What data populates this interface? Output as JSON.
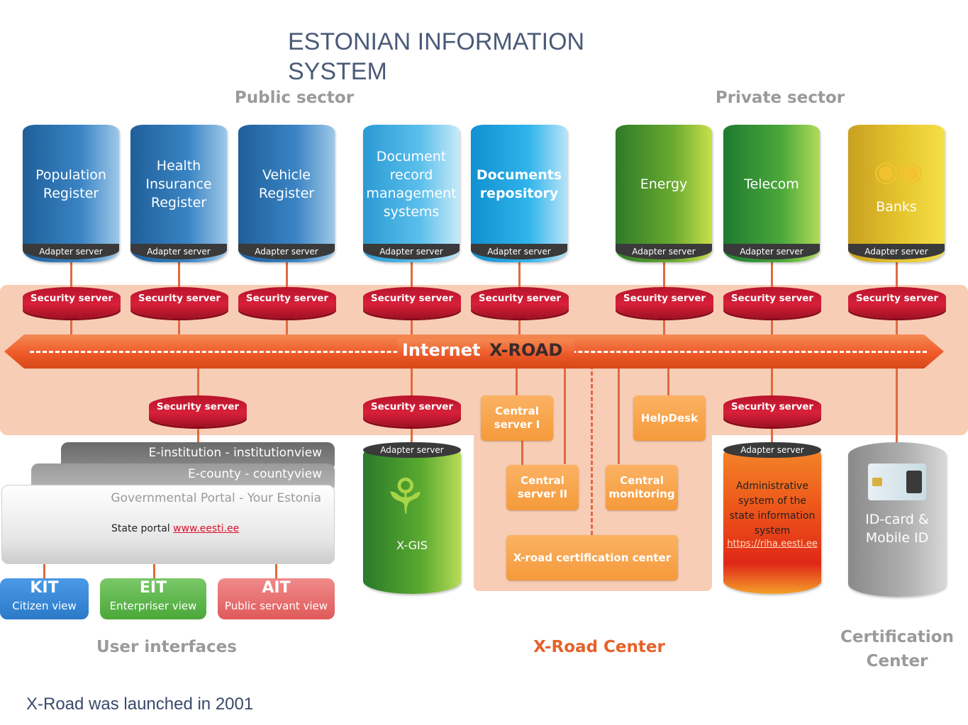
{
  "title": "ESTONIAN INFORMATION SYSTEM",
  "sectors": {
    "public": "Public sector",
    "private": "Private sector"
  },
  "adapter_label": "Adapter server",
  "security_label": "Security server",
  "registers": [
    {
      "label": "Population Register",
      "color": "#2f78b8"
    },
    {
      "label": "Health Insurance Register",
      "color": "#2f78b8"
    },
    {
      "label": "Vehicle Register",
      "color": "#2f78b8"
    },
    {
      "label": "Document record management systems",
      "color": "#38b0e0"
    },
    {
      "label": "Documents repository",
      "color": "#1aa8e0"
    },
    {
      "label": "Energy",
      "color": "#5a9a2a"
    },
    {
      "label": "Telecom",
      "color": "#3a9a3a"
    },
    {
      "label": "Banks",
      "color": "#e0b020"
    }
  ],
  "xroad": {
    "internet": "Internet",
    "name": "X-ROAD"
  },
  "center": {
    "server1": "Central server I",
    "server2": "Central server II",
    "monitoring": "Central monitoring",
    "helpdesk": "HelpDesk",
    "certification": "X-road certification center"
  },
  "portals": {
    "institution": "E-institution - institutionview",
    "county": "E-county - countyview",
    "governmental": "Governmental Portal - Your Estonia",
    "state_portal_text": "State portal",
    "state_portal_link": "www.eesti.ee"
  },
  "xgis": "X-GIS",
  "riha": {
    "text": "Administrative system of the state information system",
    "link": "https://riha.eesti.ee"
  },
  "idcard": "ID-card & Mobile ID",
  "user_interfaces": [
    {
      "code": "KIT",
      "label": "Citizen view",
      "color": "#3a8ad8"
    },
    {
      "code": "EIT",
      "label": "Enterpriser view",
      "color": "#6ab858"
    },
    {
      "code": "AIT",
      "label": "Public servant view",
      "color": "#e86a6a"
    }
  ],
  "bottom_labels": {
    "user_interfaces": "User interfaces",
    "xroad_center": "X-Road Center",
    "certification_center": "Certification Center"
  },
  "footnote": "X-Road was launched in 2001"
}
